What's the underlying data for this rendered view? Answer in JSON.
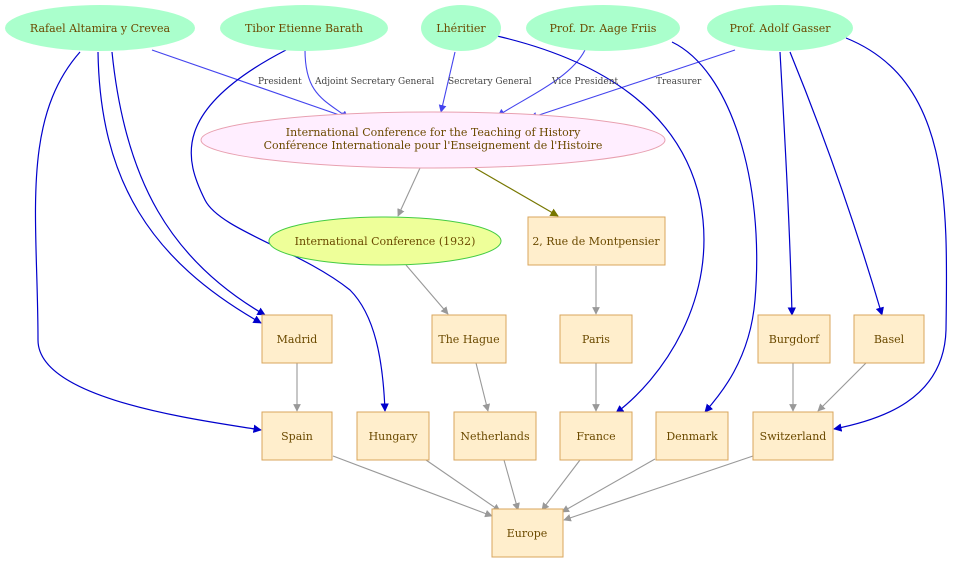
{
  "colors": {
    "person_fill": "#aaffcc",
    "conference_fill": "#ffeeff",
    "conference_stroke": "#e8a0b0",
    "event_fill": "#eeff99",
    "event_stroke": "#44cc44",
    "place_fill": "#ffeecc",
    "place_stroke": "#d9a65c",
    "text": "#6b4a00",
    "edge_blue": "#0000cc",
    "edge_role": "#4444ee",
    "edge_gray": "#999999",
    "edge_olive": "#777700"
  },
  "nodes": {
    "altamira": "Rafael Altamira y Crevea",
    "barath": "Tibor Etienne Barath",
    "lheritier": "Lhéritier",
    "friis": "Prof. Dr. Aage Friis",
    "gasser": "Prof. Adolf Gasser",
    "conference_line1": "International Conference for the Teaching of History",
    "conference_line2": "Conférence Internationale pour l'Enseignement de l'Histoire",
    "event": "International Conference (1932)",
    "address": "2, Rue de Montpensier",
    "madrid": "Madrid",
    "the_hague": "The Hague",
    "paris": "Paris",
    "burgdorf": "Burgdorf",
    "basel": "Basel",
    "spain": "Spain",
    "hungary": "Hungary",
    "netherlands": "Netherlands",
    "france": "France",
    "denmark": "Denmark",
    "switzerland": "Switzerland",
    "europe": "Europe"
  },
  "edge_labels": {
    "president": "President",
    "adjoint_secretary_general": "Adjoint Secretary General",
    "secretary_general": "Secretary General",
    "vice_president": "Vice President",
    "treasurer": "Treasurer"
  }
}
